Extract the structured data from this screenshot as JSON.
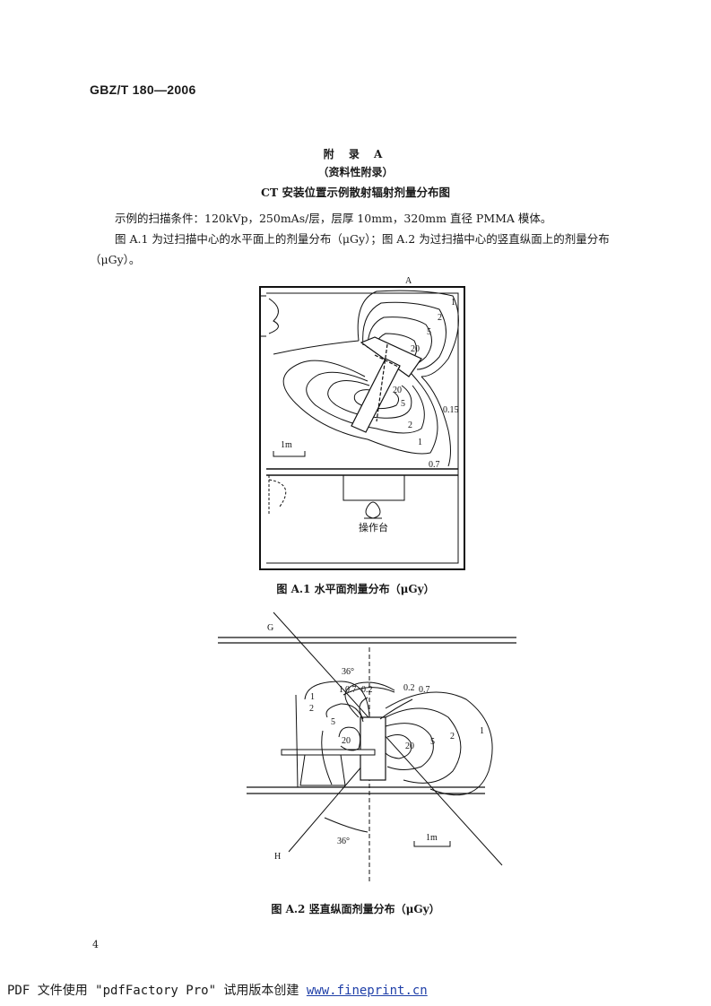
{
  "header": {
    "standard_code": "GBZ/T 180—2006"
  },
  "appendix": {
    "label": "附 录 A",
    "type": "（资料性附录）",
    "title": "CT 安装位置示例散射辐射剂量分布图"
  },
  "body": {
    "para1": "示例的扫描条件：120kVp，250mAs/层，层厚 10mm，320mm 直径 PMMA 模体。",
    "para2": "图 A.1 为过扫描中心的水平面上的剂量分布（μGy）；图 A.2 为过扫描中心的竖直纵面上的剂量分布（μGy）。"
  },
  "figure1": {
    "caption": "图 A.1   水平面剂量分布（μGy）",
    "label_top": "A",
    "scale_label": "1m",
    "console_label": "操作台",
    "contour_labels": [
      "1",
      "2",
      "5",
      "20",
      "20",
      "5",
      "2",
      "1",
      "0.15",
      "0.7"
    ]
  },
  "figure2": {
    "caption": "图 A.2   竖直纵面剂量分布（μGy）",
    "label_g": "G",
    "label_h": "H",
    "angle_top": "36°",
    "angle_bottom": "36°",
    "scale_label": "1m",
    "left_contour_labels": [
      "1",
      "0.7",
      "0.2",
      "1",
      "2",
      "5",
      "20"
    ],
    "right_contour_labels": [
      "0.2",
      "0.7",
      "20",
      "5",
      "2",
      "1"
    ]
  },
  "page_number": "4",
  "footer": {
    "text": "PDF 文件使用 \"pdfFactory Pro\" 试用版本创建 ",
    "link": "www.fineprint.cn"
  }
}
